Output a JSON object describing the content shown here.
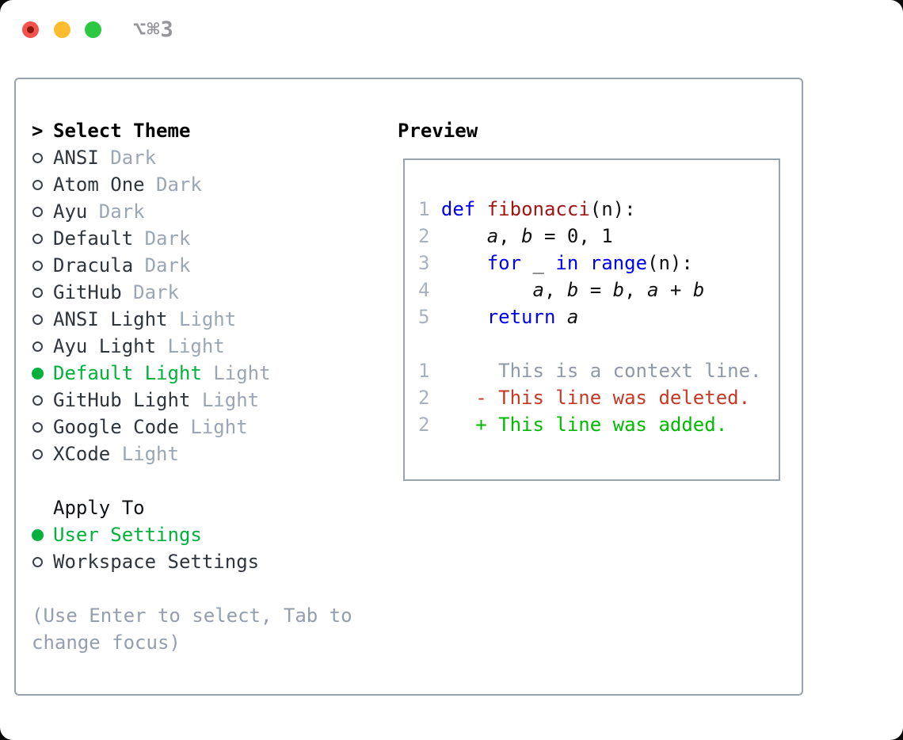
{
  "window": {
    "titlebar": {
      "shortcut_label": "⌥⌘3",
      "traffic_lights": [
        "close",
        "minimize",
        "zoom"
      ]
    }
  },
  "colors": {
    "accent_green": "#00b23c",
    "diff_added_green": "#00bb00",
    "diff_deleted_red": "#c43a28",
    "keyword_blue": "#0000f2",
    "function_red": "#a31515",
    "muted_gray": "#9ba6b5",
    "line_number_gray": "#a7b1c0",
    "panel_border_gray": "#99a3b0",
    "traffic_red": "#f4544d",
    "traffic_yellow": "#fdbc2f",
    "traffic_green": "#2bc840"
  },
  "theme_panel": {
    "header": {
      "indicator": ">",
      "label": "Select Theme"
    },
    "themes": [
      {
        "name": "ANSI",
        "variant": "Dark",
        "selected": false
      },
      {
        "name": "Atom One",
        "variant": "Dark",
        "selected": false
      },
      {
        "name": "Ayu",
        "variant": "Dark",
        "selected": false
      },
      {
        "name": "Default",
        "variant": "Dark",
        "selected": false
      },
      {
        "name": "Dracula",
        "variant": "Dark",
        "selected": false
      },
      {
        "name": "GitHub",
        "variant": "Dark",
        "selected": false
      },
      {
        "name": "ANSI Light",
        "variant": "Light",
        "selected": false
      },
      {
        "name": "Ayu Light",
        "variant": "Light",
        "selected": false
      },
      {
        "name": "Default Light",
        "variant": "Light",
        "selected": true
      },
      {
        "name": "GitHub Light",
        "variant": "Light",
        "selected": false
      },
      {
        "name": "Google Code",
        "variant": "Light",
        "selected": false
      },
      {
        "name": "XCode",
        "variant": "Light",
        "selected": false
      }
    ],
    "apply_to": {
      "label": "Apply To",
      "options": [
        {
          "label": "User Settings",
          "selected": true
        },
        {
          "label": "Workspace Settings",
          "selected": false
        }
      ]
    },
    "hint_lines": [
      "(Use Enter to select, Tab to",
      "change focus)"
    ]
  },
  "preview": {
    "label": "Preview",
    "code_lines": [
      {
        "num": "1",
        "segments": [
          {
            "text": "def",
            "style": "keyword"
          },
          {
            "text": " ",
            "style": "plain"
          },
          {
            "text": "fibonacci",
            "style": "function"
          },
          {
            "text": "(n):",
            "style": "plain"
          }
        ]
      },
      {
        "num": "2",
        "segments": [
          {
            "text": "    ",
            "style": "plain"
          },
          {
            "text": "a",
            "style": "variable"
          },
          {
            "text": ", ",
            "style": "plain"
          },
          {
            "text": "b",
            "style": "variable"
          },
          {
            "text": " = 0, 1",
            "style": "plain"
          }
        ]
      },
      {
        "num": "3",
        "segments": [
          {
            "text": "    ",
            "style": "plain"
          },
          {
            "text": "for",
            "style": "keyword"
          },
          {
            "text": " _ ",
            "style": "plain"
          },
          {
            "text": "in",
            "style": "keyword"
          },
          {
            "text": " ",
            "style": "plain"
          },
          {
            "text": "range",
            "style": "keyword"
          },
          {
            "text": "(n):",
            "style": "plain"
          }
        ]
      },
      {
        "num": "4",
        "segments": [
          {
            "text": "        ",
            "style": "plain"
          },
          {
            "text": "a",
            "style": "variable"
          },
          {
            "text": ", ",
            "style": "plain"
          },
          {
            "text": "b",
            "style": "variable"
          },
          {
            "text": " = ",
            "style": "plain"
          },
          {
            "text": "b",
            "style": "variable"
          },
          {
            "text": ", ",
            "style": "plain"
          },
          {
            "text": "a",
            "style": "variable"
          },
          {
            "text": " + ",
            "style": "plain"
          },
          {
            "text": "b",
            "style": "variable"
          }
        ]
      },
      {
        "num": "5",
        "segments": [
          {
            "text": "    ",
            "style": "plain"
          },
          {
            "text": "return",
            "style": "keyword"
          },
          {
            "text": " ",
            "style": "plain"
          },
          {
            "text": "a",
            "style": "variable"
          }
        ]
      },
      {
        "num": "",
        "segments": []
      },
      {
        "num": "1",
        "segments": [
          {
            "text": "     This is a context line.",
            "style": "context"
          }
        ]
      },
      {
        "num": "2",
        "segments": [
          {
            "text": "   - This line was deleted.",
            "style": "deleted"
          }
        ]
      },
      {
        "num": "2",
        "segments": [
          {
            "text": "   + This line was added.",
            "style": "added"
          }
        ]
      }
    ]
  }
}
